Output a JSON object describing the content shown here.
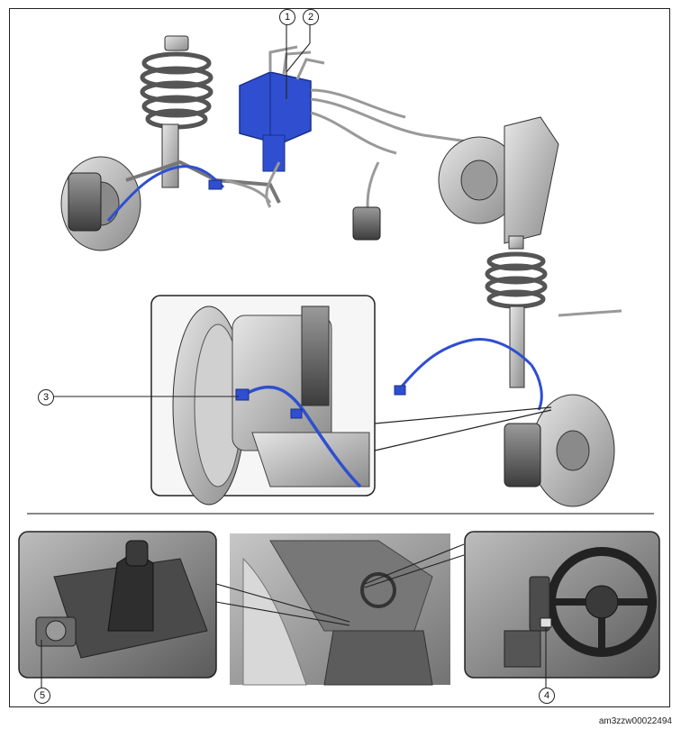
{
  "callouts": [
    {
      "id": "1",
      "label": "1"
    },
    {
      "id": "2",
      "label": "2"
    },
    {
      "id": "3",
      "label": "3"
    },
    {
      "id": "4",
      "label": "4"
    },
    {
      "id": "5",
      "label": "5"
    }
  ],
  "document_id": "am3zzw00022494",
  "colors": {
    "component_highlight": "#2f4fd0",
    "line_art": "#222222",
    "part_gray": "#b5b5b5",
    "interior_gray": "#8a8a8a"
  },
  "icons": [
    "abs-hydraulic-unit",
    "wheel-speed-sensor",
    "dsc-off-switch",
    "commander-switch"
  ]
}
